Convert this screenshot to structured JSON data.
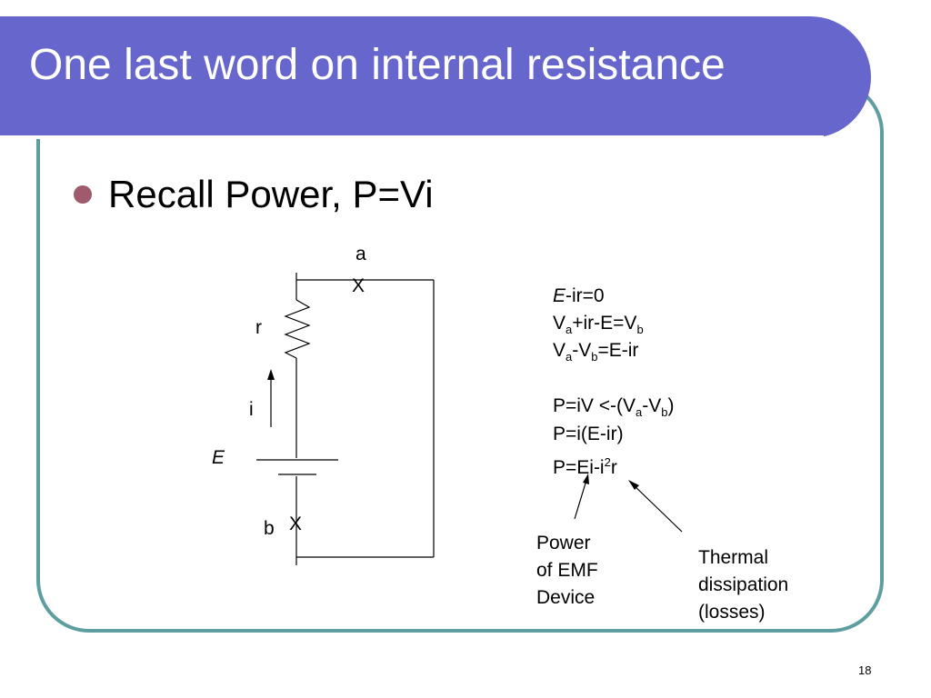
{
  "slide": {
    "title": "One last word on internal resistance",
    "bullet": "Recall Power, P=Vi",
    "page_number": "18"
  },
  "circuit": {
    "node_a_label": "a",
    "node_a_marker": "X",
    "node_b_label": "b",
    "node_b_marker": "X",
    "resistor_label": "r",
    "current_label": "i",
    "emf_label": "E"
  },
  "equations": {
    "eq1": {
      "italic": "E",
      "rest": "-ir=0"
    },
    "eq2": {
      "v1": "V",
      "s1": "a",
      "mid": "+ir-E=V",
      "s2": "b"
    },
    "eq3": {
      "v1": "V",
      "s1": "a",
      "mid": "-V",
      "s2": "b",
      "end": "=E-ir"
    },
    "eq4": {
      "pre": "P=iV <-(V",
      "s1": "a",
      "mid": "-V",
      "s2": "b",
      "end": ")"
    },
    "eq5": "P=i(E-ir)",
    "eq6": {
      "pre": "P=Ei-i",
      "sup": "2",
      "end": "r"
    }
  },
  "annotations": {
    "power_emf": [
      "Power",
      "of EMF",
      "Device"
    ],
    "thermal": [
      "Thermal",
      "dissipation",
      "(losses)"
    ]
  },
  "colors": {
    "title_bar": "#6666cc",
    "frame": "#5f9ea0",
    "bullet": "#a05a6e"
  }
}
